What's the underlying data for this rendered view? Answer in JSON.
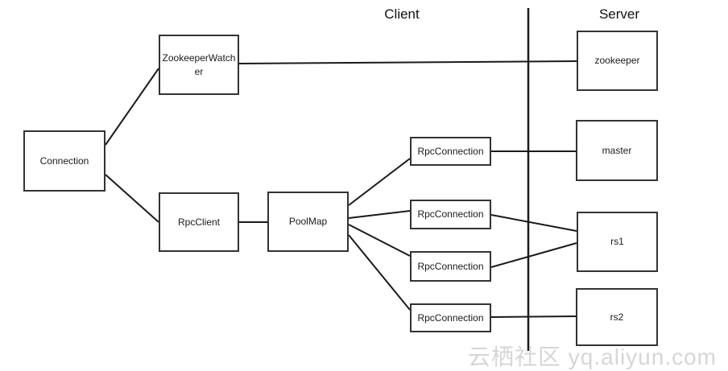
{
  "headings": {
    "client": "Client",
    "server": "Server"
  },
  "nodes": {
    "connection": {
      "label": "Connection"
    },
    "zookeeper_watcher": {
      "label": "ZookeeperWatcher"
    },
    "rpc_client": {
      "label": "RpcClient"
    },
    "pool_map": {
      "label": "PoolMap"
    },
    "rpc_connection_1": {
      "label": "RpcConnection"
    },
    "rpc_connection_2": {
      "label": "RpcConnection"
    },
    "rpc_connection_3": {
      "label": "RpcConnection"
    },
    "rpc_connection_4": {
      "label": "RpcConnection"
    },
    "zookeeper": {
      "label": "zookeeper"
    },
    "master": {
      "label": "master"
    },
    "rs1": {
      "label": "rs1"
    },
    "rs2": {
      "label": "rs2"
    }
  },
  "edges": [
    {
      "from": "Connection",
      "to": "ZookeeperWatcher"
    },
    {
      "from": "Connection",
      "to": "RpcClient"
    },
    {
      "from": "RpcClient",
      "to": "PoolMap"
    },
    {
      "from": "ZookeeperWatcher",
      "to": "zookeeper"
    },
    {
      "from": "PoolMap",
      "to": "RpcConnection (1)"
    },
    {
      "from": "PoolMap",
      "to": "RpcConnection (2)"
    },
    {
      "from": "PoolMap",
      "to": "RpcConnection (3)"
    },
    {
      "from": "PoolMap",
      "to": "RpcConnection (4)"
    },
    {
      "from": "RpcConnection (1)",
      "to": "master"
    },
    {
      "from": "RpcConnection (2)",
      "to": "rs1"
    },
    {
      "from": "RpcConnection (3)",
      "to": "rs1"
    },
    {
      "from": "RpcConnection (4)",
      "to": "rs2"
    }
  ],
  "watermark": {
    "text": "云栖社区 yq.aliyun.com"
  },
  "colors": {
    "background": "#ffffff",
    "box_border": "#333333",
    "line": "#1a1a1a",
    "text": "#1a1a1a",
    "watermark": "#d6d6d6"
  }
}
